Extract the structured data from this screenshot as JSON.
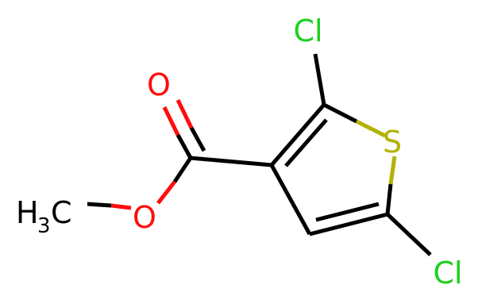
{
  "molecule": {
    "atoms": {
      "cl_top": "Cl",
      "cl_bottom": "Cl",
      "sulfur": "S",
      "oxygen_carbonyl": "O",
      "oxygen_ester": "O",
      "methyl_h": "H",
      "methyl_sub": "3",
      "methyl_c": "C"
    },
    "colors": {
      "carbon_bond": "#000000",
      "chlorine": "#1fd01f",
      "sulfur": "#b2b200",
      "oxygen": "#ff0d0d",
      "label_text": "#000000"
    }
  }
}
